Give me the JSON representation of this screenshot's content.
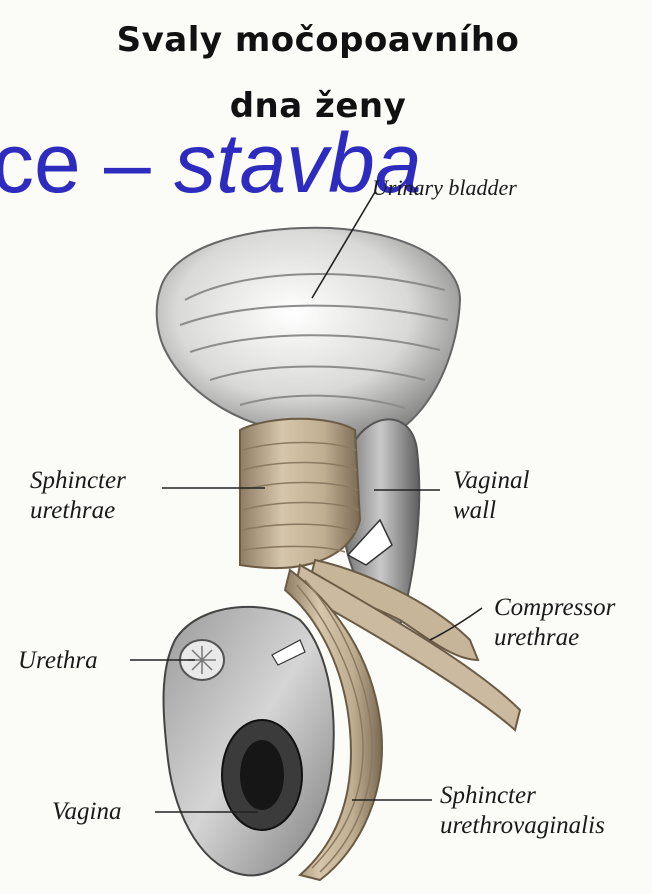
{
  "title": {
    "line1": "Svaly močopoavního",
    "line2": "dna ženy"
  },
  "overlay": {
    "prefix": "ce – ",
    "italic": "stavba"
  },
  "labels": {
    "urinary_bladder": "Urinary bladder",
    "sphincter_urethrae": [
      "Sphincter",
      "urethrae"
    ],
    "vaginal_wall": [
      "Vaginal",
      "wall"
    ],
    "compressor_urethrae": [
      "Compressor",
      "urethrae"
    ],
    "urethra": "Urethra",
    "vagina": "Vagina",
    "sphincter_urethrovaginalis": [
      "Sphincter",
      "urethrovaginalis"
    ]
  },
  "colors": {
    "title": "#111111",
    "overlay": "#2e2bbf",
    "muscle": "#c9b79a",
    "tissue": "#c8c8c8"
  }
}
